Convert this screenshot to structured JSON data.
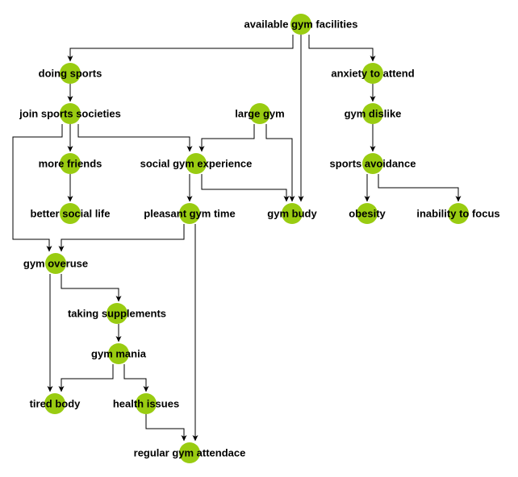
{
  "colors": {
    "node_fill": "#99cc11",
    "edge": "#000000",
    "label": "#000000",
    "background": "#ffffff"
  },
  "nodes": [
    {
      "id": "available",
      "label": "available gym facilities"
    },
    {
      "id": "doing",
      "label": "doing sports"
    },
    {
      "id": "join",
      "label": "join sports societies"
    },
    {
      "id": "large",
      "label": "large gym"
    },
    {
      "id": "anxiety",
      "label": "anxiety to attend"
    },
    {
      "id": "dislike",
      "label": "gym dislike"
    },
    {
      "id": "friends",
      "label": "more friends"
    },
    {
      "id": "social",
      "label": "social gym experience"
    },
    {
      "id": "avoidance",
      "label": "sports avoidance"
    },
    {
      "id": "better",
      "label": "better social life"
    },
    {
      "id": "pleasant",
      "label": "pleasant gym time"
    },
    {
      "id": "budy",
      "label": "gym budy"
    },
    {
      "id": "obesity",
      "label": "obesity"
    },
    {
      "id": "inability",
      "label": "inability to focus"
    },
    {
      "id": "overuse",
      "label": "gym overuse"
    },
    {
      "id": "supplements",
      "label": "taking supplements"
    },
    {
      "id": "mania",
      "label": "gym mania"
    },
    {
      "id": "tired",
      "label": "tired body"
    },
    {
      "id": "health",
      "label": "health issues"
    },
    {
      "id": "regular",
      "label": "regular gym attendace"
    }
  ],
  "edges": [
    {
      "from": "available",
      "to": "doing"
    },
    {
      "from": "available",
      "to": "budy"
    },
    {
      "from": "available",
      "to": "anxiety"
    },
    {
      "from": "doing",
      "to": "join"
    },
    {
      "from": "join",
      "to": "friends"
    },
    {
      "from": "join",
      "to": "social"
    },
    {
      "from": "join",
      "to": "overuse"
    },
    {
      "from": "large",
      "to": "social"
    },
    {
      "from": "large",
      "to": "budy"
    },
    {
      "from": "anxiety",
      "to": "dislike"
    },
    {
      "from": "dislike",
      "to": "avoidance"
    },
    {
      "from": "friends",
      "to": "better"
    },
    {
      "from": "social",
      "to": "pleasant"
    },
    {
      "from": "social",
      "to": "budy"
    },
    {
      "from": "avoidance",
      "to": "obesity"
    },
    {
      "from": "avoidance",
      "to": "inability"
    },
    {
      "from": "pleasant",
      "to": "overuse"
    },
    {
      "from": "pleasant",
      "to": "regular"
    },
    {
      "from": "overuse",
      "to": "supplements"
    },
    {
      "from": "overuse",
      "to": "tired"
    },
    {
      "from": "supplements",
      "to": "mania"
    },
    {
      "from": "mania",
      "to": "tired"
    },
    {
      "from": "mania",
      "to": "health"
    },
    {
      "from": "health",
      "to": "regular"
    }
  ]
}
